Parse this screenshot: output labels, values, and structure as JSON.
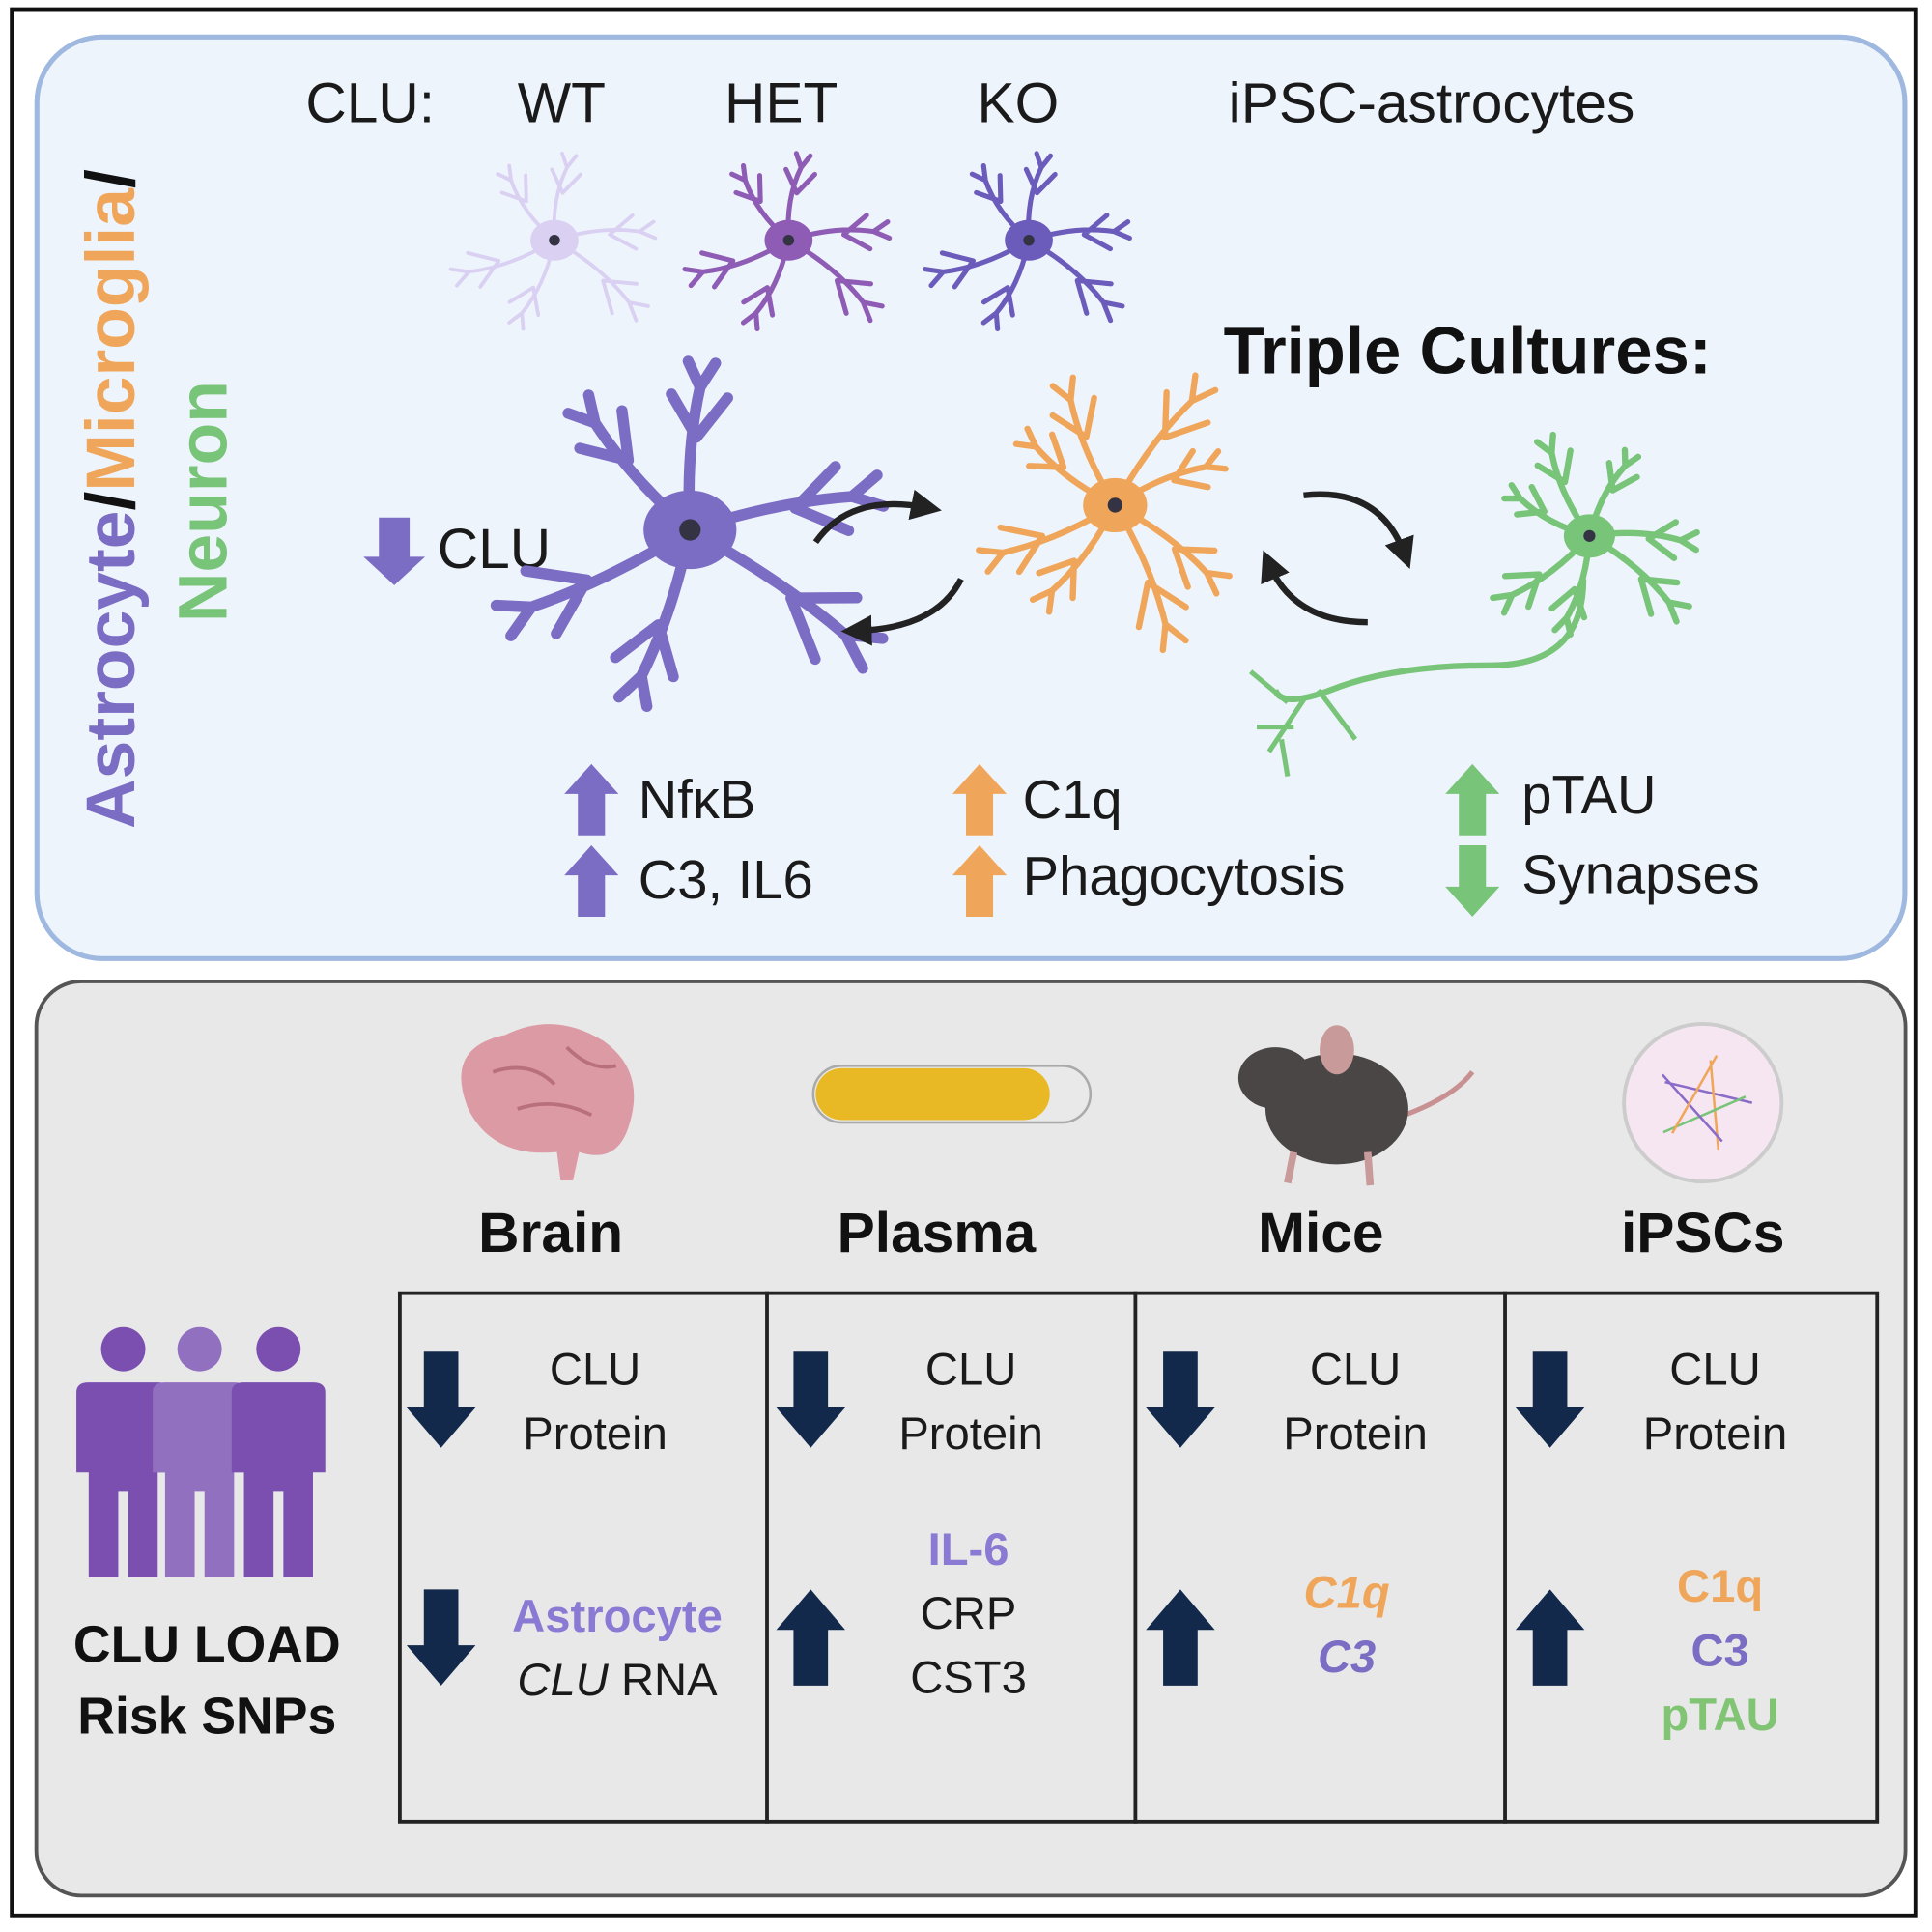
{
  "top": {
    "side_label": {
      "astrocyte": "Astrocyte",
      "sep1": "/",
      "microglia": "Microglia",
      "sep2": "/",
      "neuron": "Neuron"
    },
    "genotype": {
      "prefix": "CLU:",
      "wt": "WT",
      "het": "HET",
      "ko": "KO",
      "cell_type": "iPSC-astrocytes"
    },
    "triple_title": "Triple Cultures:",
    "clu_label": "CLU",
    "clu_direction": "down",
    "effects": {
      "astrocyte": [
        {
          "dir": "up",
          "label": "NfκB"
        },
        {
          "dir": "up",
          "label": "C3, IL6"
        }
      ],
      "microglia": [
        {
          "dir": "up",
          "label": "C1q"
        },
        {
          "dir": "up",
          "label": "Phagocytosis"
        }
      ],
      "neuron": [
        {
          "dir": "up",
          "label": "pTAU"
        },
        {
          "dir": "down",
          "label": "Synapses"
        }
      ]
    },
    "colors": {
      "astrocyte": "#7b6cc4",
      "microglia": "#f0a65a",
      "neuron": "#78c478",
      "arrow_dark": "#13294b"
    }
  },
  "bottom": {
    "snp_label": {
      "line1": "CLU LOAD",
      "line2": "Risk SNPs"
    },
    "columns": [
      {
        "header": "Brain",
        "row1": {
          "dir": "down",
          "lines": [
            "CLU",
            "Protein"
          ]
        },
        "row2": {
          "dir": "down",
          "lines": [
            "Astrocyte",
            "CLU",
            "RNA"
          ]
        }
      },
      {
        "header": "Plasma",
        "row1": {
          "dir": "down",
          "lines": [
            "CLU",
            "Protein"
          ]
        },
        "row2": {
          "dir": "up",
          "lines": [
            "IL-6",
            "CRP",
            "CST3"
          ]
        }
      },
      {
        "header": "Mice",
        "row1": {
          "dir": "down",
          "lines": [
            "CLU",
            "Protein"
          ]
        },
        "row2": {
          "dir": "up",
          "lines": [
            "C1q",
            "C3"
          ]
        }
      },
      {
        "header": "iPSCs",
        "row1": {
          "dir": "down",
          "lines": [
            "CLU",
            "Protein"
          ]
        },
        "row2": {
          "dir": "up",
          "lines": [
            "C1q",
            "C3",
            "pTAU"
          ]
        }
      }
    ]
  }
}
